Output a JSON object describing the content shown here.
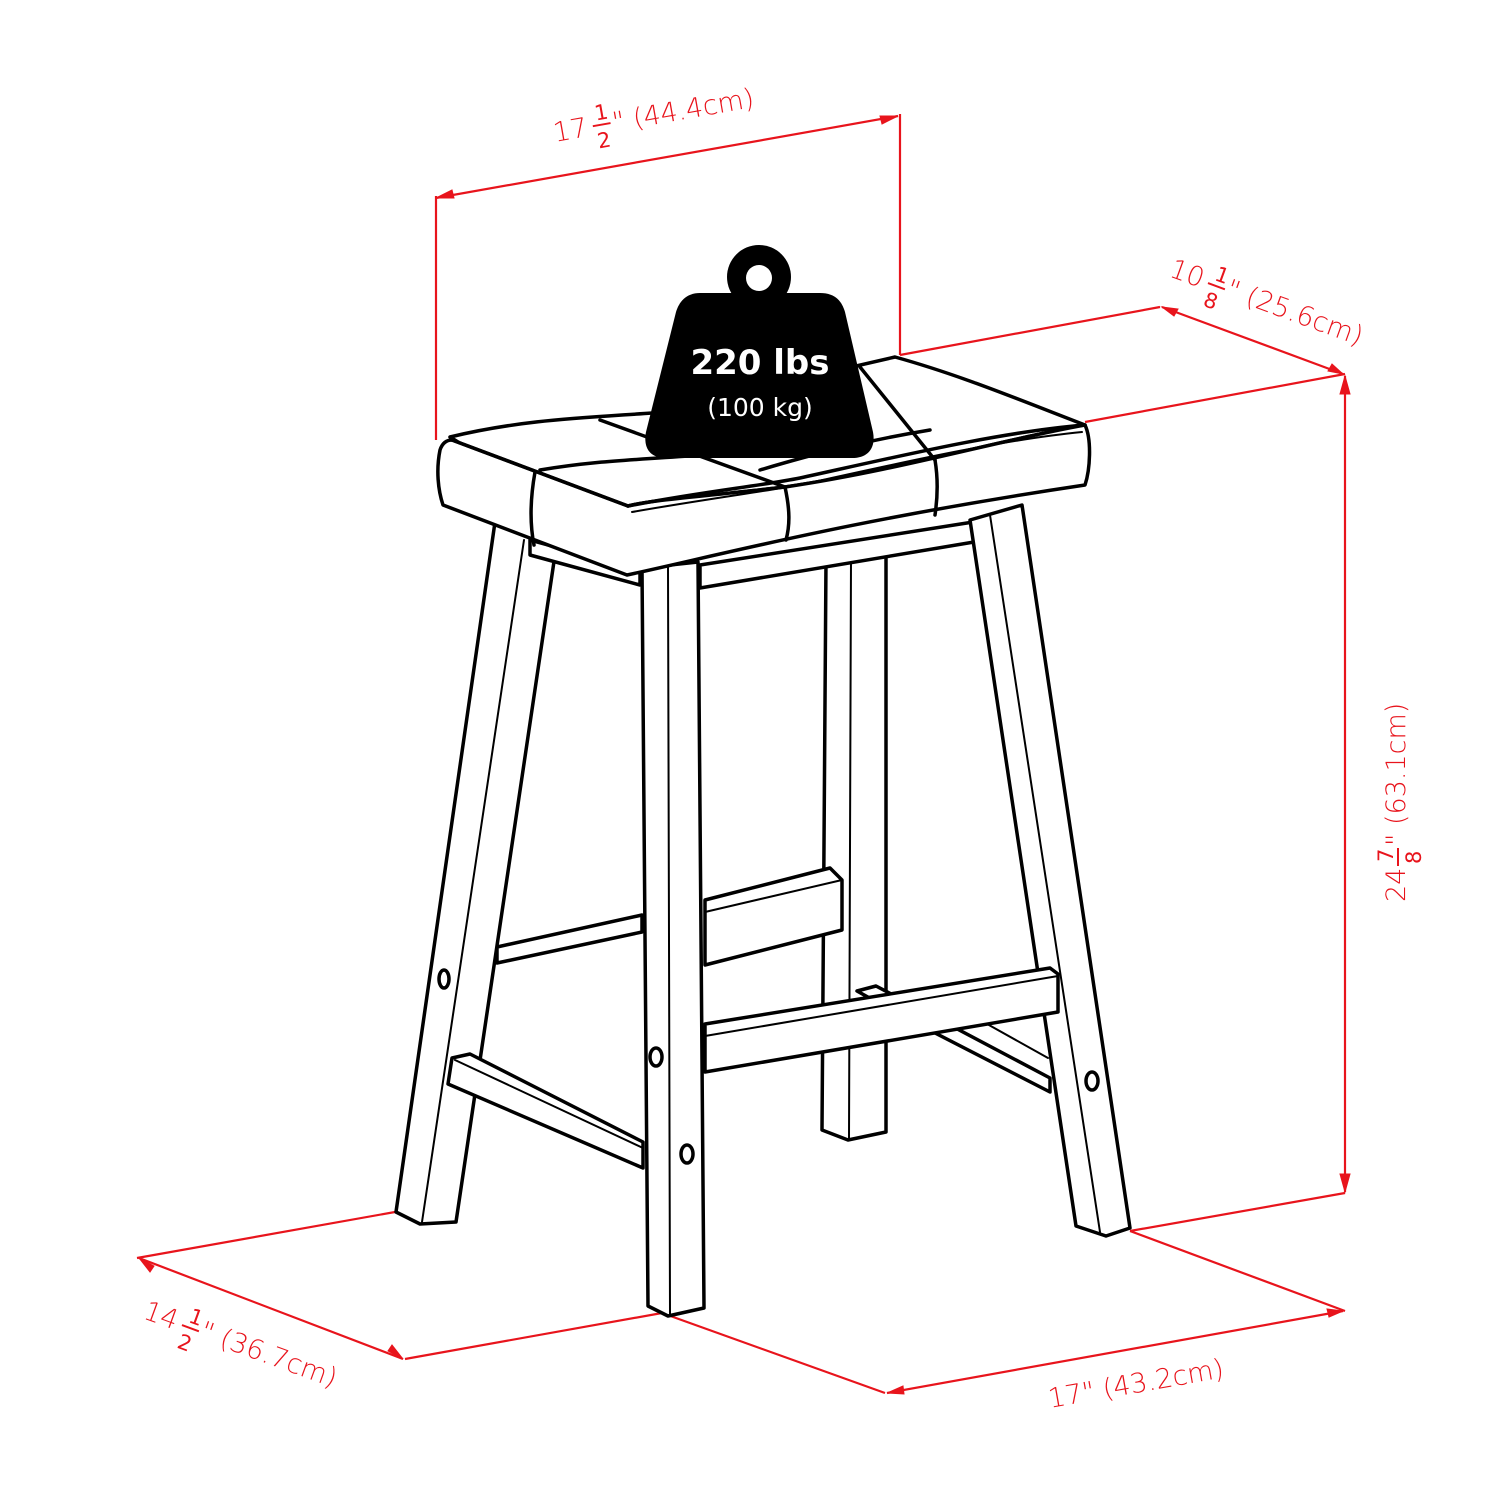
{
  "diagram": {
    "subject": "Saddle seat counter stool with dimensions",
    "colors": {
      "dimension": "#e8141c",
      "outline": "#000000",
      "background": "#ffffff",
      "weight_fill": "#000000",
      "weight_text": "#ffffff"
    },
    "weight_capacity": {
      "primary": "220 lbs",
      "secondary": "(100 kg)"
    },
    "dimensions": {
      "seat_width": {
        "whole": "17",
        "num": "1",
        "den": "2",
        "rest": "\" (44.4cm)"
      },
      "seat_depth": {
        "whole": "10",
        "num": "1",
        "den": "8",
        "rest": "\" (25.6cm)"
      },
      "height": {
        "whole": "24",
        "num": "7",
        "den": "8",
        "rest": "\" (63.1cm)"
      },
      "base_depth": {
        "whole": "14",
        "num": "1",
        "den": "2",
        "rest": "\" (36.7cm)"
      },
      "base_width": {
        "label": "17\" (43.2cm)"
      }
    }
  }
}
